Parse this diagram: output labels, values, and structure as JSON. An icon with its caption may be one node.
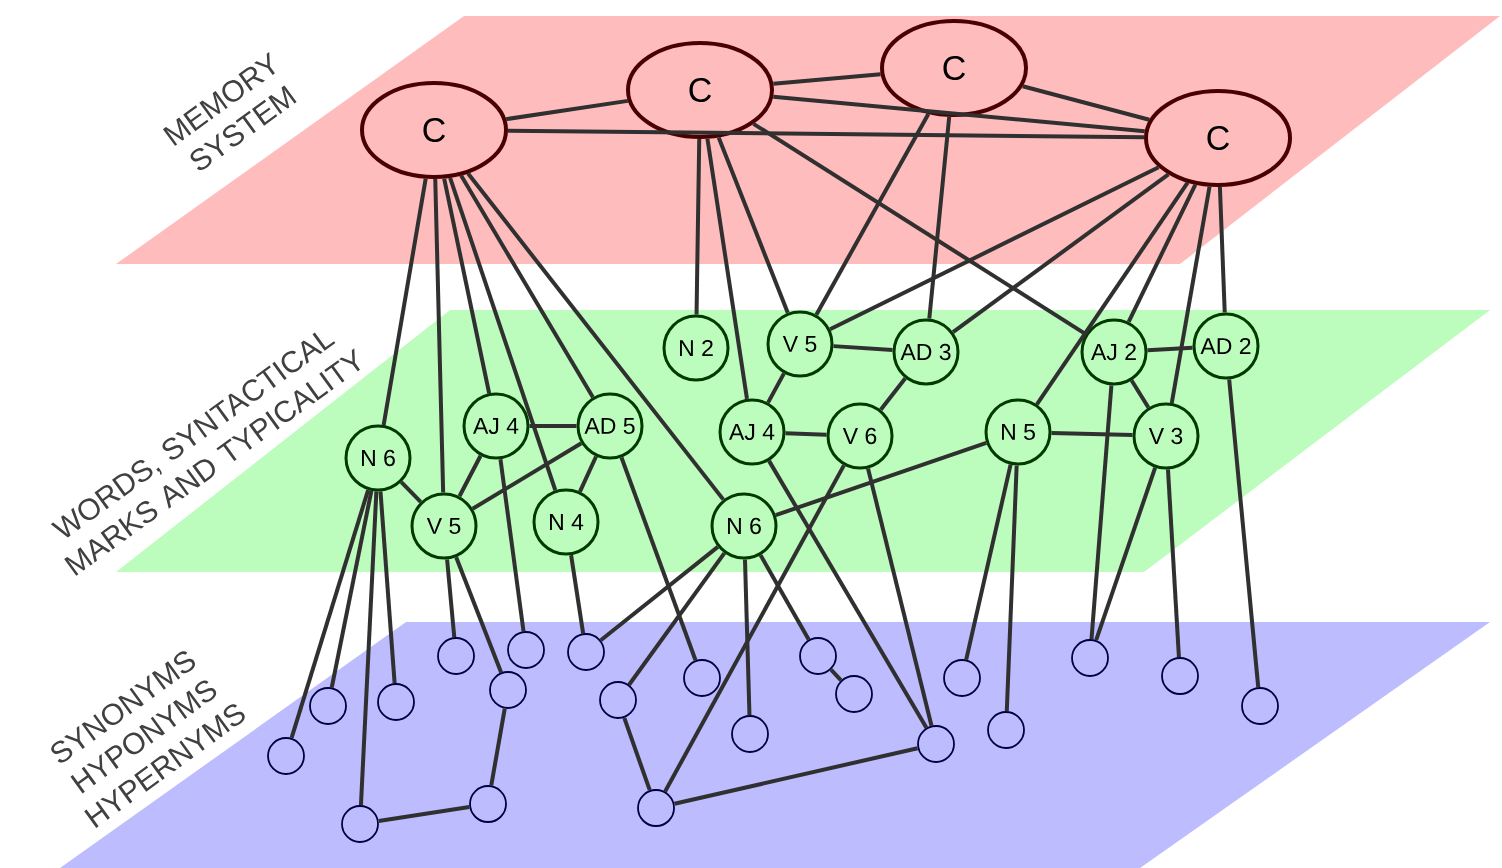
{
  "diagram": {
    "nodes": [
      {
        "text": [
          "C"
        ]
      },
      {
        "text": [
          "C"
        ]
      },
      {
        "text": [
          "C"
        ]
      },
      {
        "text": [
          "C"
        ]
      },
      {
        "text": [
          "N 2"
        ]
      },
      {
        "text": [
          "V 5"
        ]
      },
      {
        "text": [
          "AD 3"
        ]
      },
      {
        "text": [
          "AJ 2"
        ]
      },
      {
        "text": [
          "AD 2"
        ]
      },
      {
        "text": [
          "N 6"
        ]
      },
      {
        "text": [
          "AJ 4"
        ]
      },
      {
        "text": [
          "AD 5"
        ]
      },
      {
        "text": [
          "AJ 4"
        ]
      },
      {
        "text": [
          "V 6"
        ]
      },
      {
        "text": [
          "N 5"
        ]
      },
      {
        "text": [
          "V 3"
        ]
      },
      {
        "text": [
          "V 5"
        ]
      },
      {
        "text": [
          "N 4"
        ]
      },
      {
        "text": [
          "N 6"
        ]
      },
      {
        "text": [],
        "shape": "circle"
      },
      {
        "text": [],
        "shape": "circle"
      },
      {
        "text": [],
        "shape": "circle"
      },
      {
        "text": [],
        "shape": "circle"
      },
      {
        "text": [],
        "shape": "circle"
      },
      {
        "text": [],
        "shape": "circle"
      },
      {
        "text": [],
        "shape": "circle"
      },
      {
        "text": [],
        "shape": "circle"
      },
      {
        "text": [],
        "shape": "circle"
      },
      {
        "text": [],
        "shape": "circle"
      },
      {
        "text": [],
        "shape": "circle"
      },
      {
        "text": [],
        "shape": "circle"
      },
      {
        "text": [],
        "shape": "circle"
      },
      {
        "text": [],
        "shape": "circle"
      },
      {
        "text": [],
        "shape": "circle"
      },
      {
        "text": [],
        "shape": "circle"
      },
      {
        "text": [],
        "shape": "circle"
      },
      {
        "text": [],
        "shape": "circle"
      },
      {
        "text": [],
        "shape": "circle"
      },
      {
        "text": [],
        "shape": "circle"
      },
      {
        "text": [],
        "shape": "circle"
      }
    ],
    "edges": [
      {
        "from": 0,
        "to": 1,
        "arrow": "none"
      },
      {
        "from": 1,
        "to": 2,
        "arrow": "none"
      },
      {
        "from": 2,
        "to": 3,
        "arrow": "none"
      },
      {
        "from": 0,
        "to": 3,
        "arrow": "none"
      },
      {
        "from": 1,
        "to": 3,
        "arrow": "none"
      },
      {
        "from": 0,
        "to": 9,
        "arrow": "none"
      },
      {
        "from": 0,
        "to": 16,
        "arrow": "none"
      },
      {
        "from": 0,
        "to": 10,
        "arrow": "none"
      },
      {
        "from": 0,
        "to": 17,
        "arrow": "none"
      },
      {
        "from": 0,
        "to": 11,
        "arrow": "none"
      },
      {
        "from": 0,
        "to": 18,
        "arrow": "none"
      },
      {
        "from": 1,
        "to": 4,
        "arrow": "none"
      },
      {
        "from": 1,
        "to": 12,
        "arrow": "none"
      },
      {
        "from": 1,
        "to": 5,
        "arrow": "none"
      },
      {
        "from": 1,
        "to": 7,
        "arrow": "none"
      },
      {
        "from": 2,
        "to": 5,
        "arrow": "none"
      },
      {
        "from": 2,
        "to": 6,
        "arrow": "none"
      },
      {
        "from": 3,
        "to": 5,
        "arrow": "none"
      },
      {
        "from": 3,
        "to": 6,
        "arrow": "none"
      },
      {
        "from": 3,
        "to": 14,
        "arrow": "none"
      },
      {
        "from": 3,
        "to": 7,
        "arrow": "none"
      },
      {
        "from": 3,
        "to": 15,
        "arrow": "none"
      },
      {
        "from": 3,
        "to": 8,
        "arrow": "none"
      },
      {
        "from": 10,
        "to": 11,
        "arrow": "none"
      },
      {
        "from": 10,
        "to": 16,
        "arrow": "none"
      },
      {
        "from": 11,
        "to": 16,
        "arrow": "none"
      },
      {
        "from": 11,
        "to": 17,
        "arrow": "none"
      },
      {
        "from": 9,
        "to": 16,
        "arrow": "none"
      },
      {
        "from": 5,
        "to": 6,
        "arrow": "none"
      },
      {
        "from": 5,
        "to": 12,
        "arrow": "none"
      },
      {
        "from": 12,
        "to": 13,
        "arrow": "none"
      },
      {
        "from": 6,
        "to": 13,
        "arrow": "none"
      },
      {
        "from": 7,
        "to": 8,
        "arrow": "none"
      },
      {
        "from": 7,
        "to": 15,
        "arrow": "none"
      },
      {
        "from": 14,
        "to": 15,
        "arrow": "none"
      },
      {
        "from": 14,
        "to": 18,
        "arrow": "none"
      },
      {
        "from": 9,
        "to": 19,
        "arrow": "none"
      },
      {
        "from": 9,
        "to": 20,
        "arrow": "none"
      },
      {
        "from": 9,
        "to": 21,
        "arrow": "none"
      },
      {
        "from": 9,
        "to": 22,
        "arrow": "none"
      },
      {
        "from": 16,
        "to": 23,
        "arrow": "none"
      },
      {
        "from": 16,
        "to": 25,
        "arrow": "none"
      },
      {
        "from": 10,
        "to": 26,
        "arrow": "none"
      },
      {
        "from": 17,
        "to": 27,
        "arrow": "none"
      },
      {
        "from": 11,
        "to": 30,
        "arrow": "none"
      },
      {
        "from": 18,
        "to": 27,
        "arrow": "none"
      },
      {
        "from": 18,
        "to": 28,
        "arrow": "none"
      },
      {
        "from": 18,
        "to": 31,
        "arrow": "none"
      },
      {
        "from": 18,
        "to": 32,
        "arrow": "none"
      },
      {
        "from": 12,
        "to": 34,
        "arrow": "none"
      },
      {
        "from": 13,
        "to": 29,
        "arrow": "none"
      },
      {
        "from": 13,
        "to": 34,
        "arrow": "none"
      },
      {
        "from": 14,
        "to": 35,
        "arrow": "none"
      },
      {
        "from": 14,
        "to": 36,
        "arrow": "none"
      },
      {
        "from": 7,
        "to": 37,
        "arrow": "none"
      },
      {
        "from": 15,
        "to": 37,
        "arrow": "none"
      },
      {
        "from": 15,
        "to": 38,
        "arrow": "none"
      },
      {
        "from": 8,
        "to": 39,
        "arrow": "none"
      },
      {
        "from": 21,
        "to": 24,
        "arrow": "none"
      },
      {
        "from": 24,
        "to": 25,
        "arrow": "none"
      },
      {
        "from": 28,
        "to": 29,
        "arrow": "none"
      },
      {
        "from": 29,
        "to": 34,
        "arrow": "none"
      },
      {
        "from": 32,
        "to": 33,
        "arrow": "none"
      }
    ],
    "labels": [
      "MEMORY SYSTEM",
      "WORDS, SYNTACTICAL MARKS AND TYPICALITY",
      "SYNONYMS HYPONYMS HYPERNYMS"
    ]
  }
}
